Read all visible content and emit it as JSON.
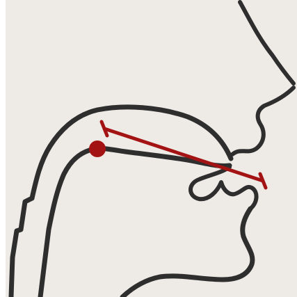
{
  "diagram": {
    "description_free": true,
    "colors": {
      "paper": "#eeeae6",
      "ink": "#2e2e2e",
      "marker": "#a31313"
    },
    "elements": {
      "outline": "vocal-tract-outline",
      "marker_point": "tongue-position-dot",
      "measurement_bar": "red-measurement-line"
    }
  }
}
